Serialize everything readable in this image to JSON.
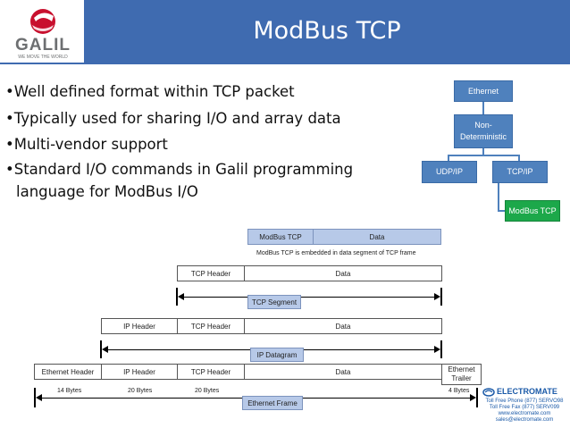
{
  "slide": {
    "title": "ModBus TCP",
    "logo": {
      "brand": "GALIL",
      "tagline": "WE MOVE THE WORLD"
    },
    "bullets": [
      "•Well defined  format within TCP packet",
      "•Typically used for sharing I/O and array data",
      "•Multi-vendor support",
      "•Standard I/O commands in Galil programming",
      "language for ModBus I/O"
    ]
  },
  "hierarchy": {
    "ethernet": "Ethernet",
    "nondet_1": "Non-",
    "nondet_2": "Deterministic",
    "udpip": "UDP/IP",
    "tcpip": "TCP/IP",
    "modbus": "ModBus TCP"
  },
  "frame_diagram": {
    "modbus_tcp": "ModBus TCP",
    "data": "Data",
    "embedded_note": "ModBus TCP is embedded in data segment of TCP frame",
    "tcp_header": "TCP Header",
    "ip_header": "IP Header",
    "ethernet_header": "Ethernet Header",
    "ethernet_trailer_1": "Ethernet",
    "ethernet_trailer_2": "Trailer",
    "tcp_segment": "TCP Segment",
    "ip_datagram": "IP Datagram",
    "ethernet_frame": "Ethernet Frame",
    "bytes_14": "14 Bytes",
    "bytes_20a": "20 Bytes",
    "bytes_20b": "20 Bytes",
    "bytes_4": "4 Bytes"
  },
  "footer": {
    "company": "ELECTROMATE",
    "phone": "Toll Free Phone (877) SERVO98",
    "fax": "Toll Free Fax (877) SERV099",
    "web": "www.electromate.com",
    "email": "sales@electromate.com"
  },
  "colors": {
    "title_bar": "#3f6bb0",
    "node_blue": "#4f81bd",
    "node_green": "#1ca84a",
    "label_fill": "#b7c9e8"
  }
}
